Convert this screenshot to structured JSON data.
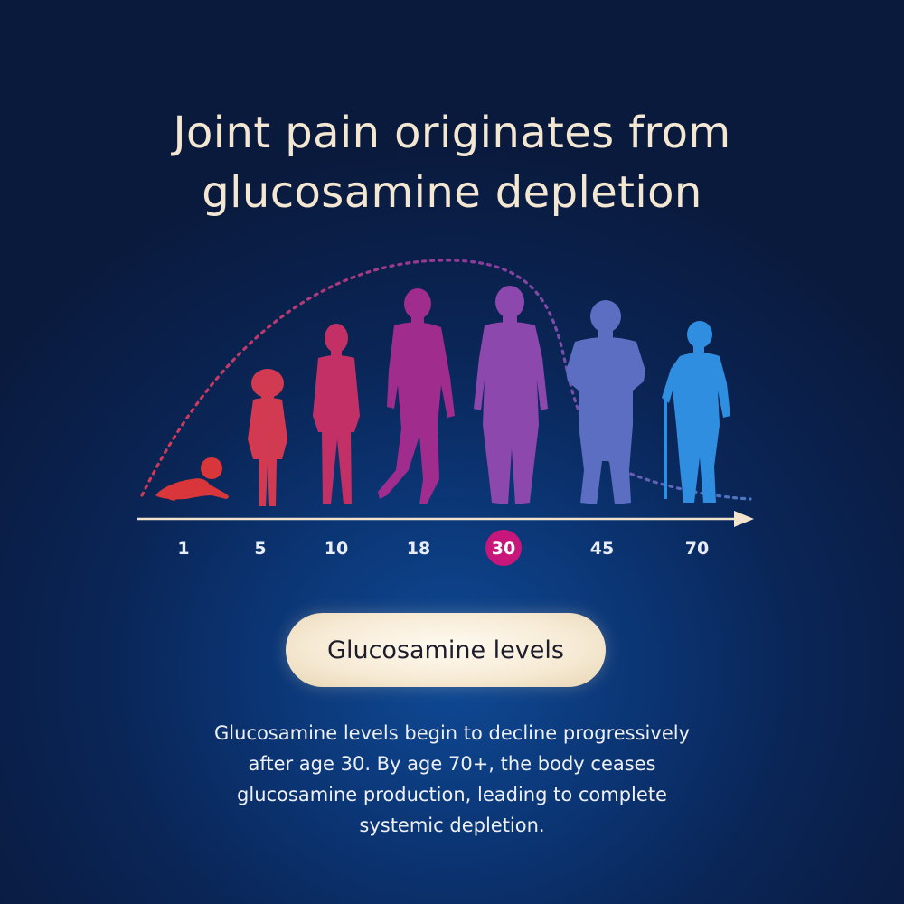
{
  "title": {
    "line1": "Joint pain originates from",
    "line2": "glucosamine depletion"
  },
  "timeline": {
    "ages": [
      "1",
      "5",
      "10",
      "18",
      "30",
      "45",
      "70"
    ],
    "highlight_age": "30",
    "highlight_color": "#c8167a",
    "curve_colors": [
      "#d33a55",
      "#8e3a9a",
      "#4a78c8"
    ]
  },
  "figures": [
    {
      "age": "1",
      "icon": "crawling-baby-icon",
      "color": "#d8363a"
    },
    {
      "age": "5",
      "icon": "child-icon",
      "color": "#d23a52"
    },
    {
      "age": "10",
      "icon": "preteen-icon",
      "color": "#c23066"
    },
    {
      "age": "18",
      "icon": "young-adult-icon",
      "color": "#a02c8e"
    },
    {
      "age": "30",
      "icon": "adult-icon",
      "color": "#8d48ae"
    },
    {
      "age": "45",
      "icon": "middle-aged-adult-icon",
      "color": "#5b6ec2"
    },
    {
      "age": "70",
      "icon": "elderly-with-cane-icon",
      "color": "#2f8ee0"
    }
  ],
  "legend_pill": {
    "label": "Glucosamine levels"
  },
  "description": {
    "line1": "Glucosamine levels begin to decline progressively",
    "line2": "after age 30. By age 70+, the body ceases",
    "line3": "glucosamine production, leading to complete",
    "line4": "systemic depletion."
  }
}
